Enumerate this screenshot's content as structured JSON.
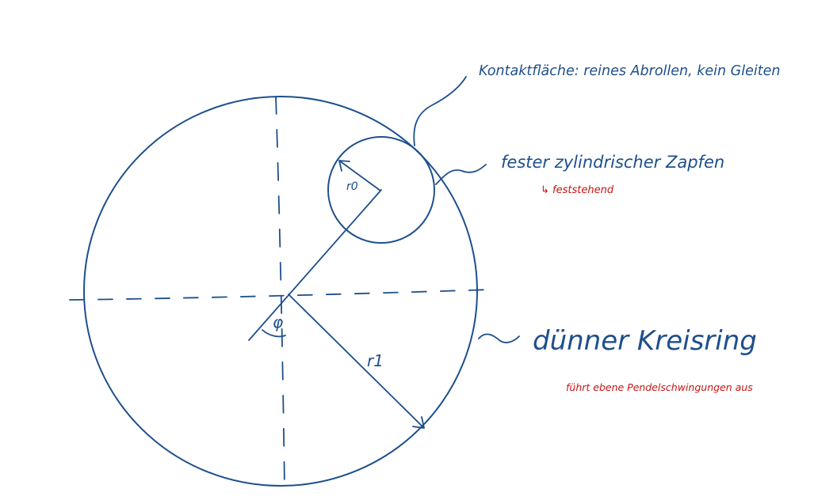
{
  "colors": {
    "ink_blue": "#1e4f8c",
    "ink_red": "#c81414",
    "background": "#ffffff"
  },
  "labels": {
    "contact_surface": "Kontaktfläche: reines Abrollen, kein Gleiten",
    "pin": "fester zylindrischer Zapfen",
    "pin_note": "↳ feststehend",
    "ring": "dünner Kreisring",
    "ring_note": "führt ebene Pendelschwingungen aus",
    "r0": "r0",
    "r1": "r1",
    "phi": "φ"
  }
}
